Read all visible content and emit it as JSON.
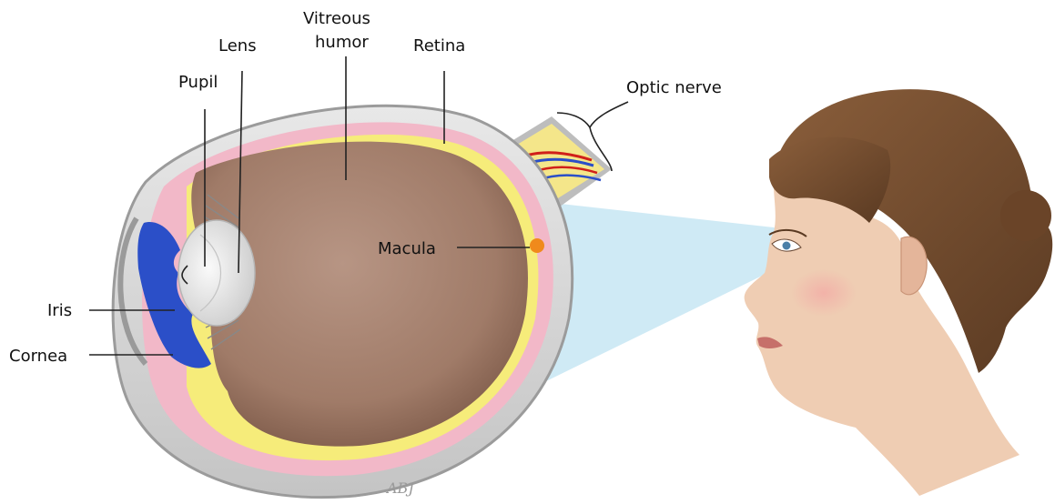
{
  "diagram": {
    "labels": {
      "vitreous_line1": "Vitreous",
      "vitreous_line2": "humor",
      "lens": "Lens",
      "retina": "Retina",
      "pupil": "Pupil",
      "optic_nerve": "Optic nerve",
      "macula": "Macula",
      "iris": "Iris",
      "cornea": "Cornea"
    },
    "signature": "ABJ"
  },
  "colors": {
    "sclera": "#cfcfcf",
    "choroid": "#f2b8c8",
    "retina": "#f6ec7a",
    "vitreous": "#a98471",
    "iris": "#2b4fc8",
    "lens": "#e4e4e4",
    "macula": "#f08a1c",
    "beam": "#c7e6f3",
    "skin": "#efcdb3",
    "hair": "#6e4a2f"
  }
}
